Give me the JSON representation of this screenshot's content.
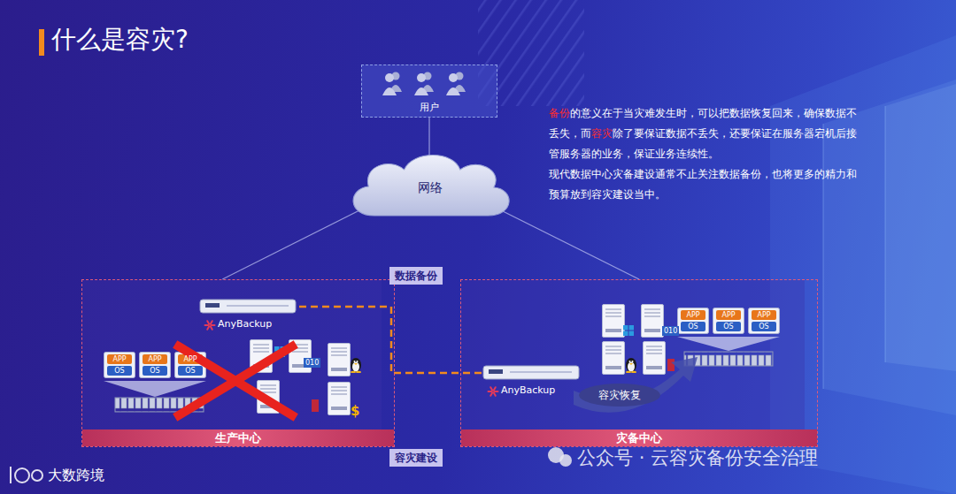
{
  "diagram": {
    "title": "什么是容灾?",
    "nodes": [
      {
        "text": [
          "用户"
        ]
      },
      {
        "text": [
          "网络"
        ]
      },
      {
        "text": [
          "生产中心"
        ]
      },
      {
        "text": [
          "AnyBackup"
        ],
        "in": 2
      },
      {
        "text": [
          "灾备中心"
        ]
      },
      {
        "text": [
          "AnyBackup"
        ],
        "in": 4
      }
    ],
    "edges": [
      {
        "from": 0,
        "to": 1,
        "arrow": "none"
      },
      {
        "from": 1,
        "to": 2,
        "arrow": "none"
      },
      {
        "from": 1,
        "to": 4,
        "arrow": "none"
      },
      {
        "from": 3,
        "to": 5,
        "label": "数据备份",
        "arrow": "none"
      }
    ],
    "labels": [
      "备份",
      "的意义在于当灾难发生时，可以把数据恢复回来，确保数据不丢失，而",
      "容灾",
      "除了要保证数据不丢失，还要保证在服务器宕机后接管服务器的业务，保证业务连续性。",
      "现代数据中心灾备建设通常不止关注数据备份，也将更多的精力和预算放到容灾建设当中。",
      "容灾建设",
      "容灾恢复",
      "APP",
      "APP",
      "APP",
      "OS",
      "OS",
      "OS",
      "APP",
      "APP",
      "APP",
      "OS",
      "OS",
      "OS",
      "010",
      "010",
      "$",
      "公众号 · 云容灾备份安全治理",
      "大数跨境"
    ]
  }
}
